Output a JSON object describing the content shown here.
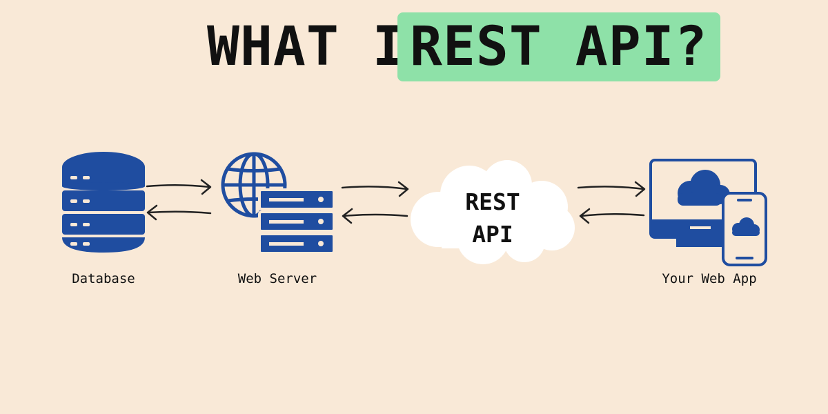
{
  "title": {
    "prefix": "WHAT IS",
    "highlight": "REST API?",
    "highlight_color": "#8ee1a8"
  },
  "colors": {
    "background": "#f9e9d7",
    "icon_blue": "#1f4da0",
    "arrow": "#222222"
  },
  "nodes": {
    "database": {
      "label": "Database",
      "icon": "database-icon"
    },
    "web_server": {
      "label": "Web Server",
      "icon": "globe-server-icon"
    },
    "rest_api": {
      "line1": "REST",
      "line2": "API",
      "icon": "cloud-icon"
    },
    "web_app": {
      "label": "Your Web App",
      "icon": "monitor-phone-cloud-icon"
    }
  },
  "connections": [
    {
      "from": "database",
      "to": "web_server",
      "bidirectional": true
    },
    {
      "from": "web_server",
      "to": "rest_api",
      "bidirectional": true
    },
    {
      "from": "rest_api",
      "to": "web_app",
      "bidirectional": true
    }
  ]
}
